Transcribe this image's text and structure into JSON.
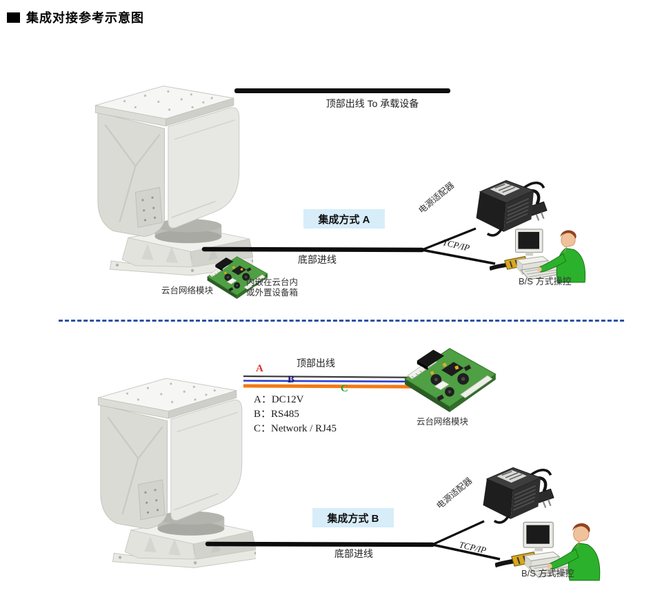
{
  "title": "集成对接参考示意图",
  "sections": {
    "a": {
      "method": "集成方式 A",
      "top_line": "顶部出线 To 承载设备",
      "bottom_line": "底部进线",
      "module": "云台网络模块",
      "module_note1": "内嵌在云台内",
      "module_note2": "或外置设备箱",
      "adapter": "电源适配器",
      "tcpip": "TCP/IP",
      "control": "B/S 方式操控"
    },
    "b": {
      "method": "集成方式 B",
      "top_line": "顶部出线",
      "bottom_line": "底部进线",
      "module": "云台网络模块",
      "adapter": "电源适配器",
      "tcpip": "TCP/IP",
      "control": "B/S 方式操控",
      "wire_a_tag": "A",
      "wire_b_tag": "B",
      "wire_c_tag": "C",
      "legend_a": "A：DC12V",
      "legend_b": "B：RS485",
      "legend_c": "C：Network / RJ45"
    }
  },
  "colors": {
    "method_box_bg": "#d7edf9",
    "separator_blue": "#2b51a3",
    "wire_a": "#3a3a3a",
    "wire_b": "#2f3fd0",
    "wire_c": "#f27a12",
    "tag_a": "#d93025",
    "tag_b": "#1a1a6e",
    "tag_c": "#1fa33c",
    "cable_black": "#0d0d0d",
    "pcb_green": "#4f9f44"
  }
}
